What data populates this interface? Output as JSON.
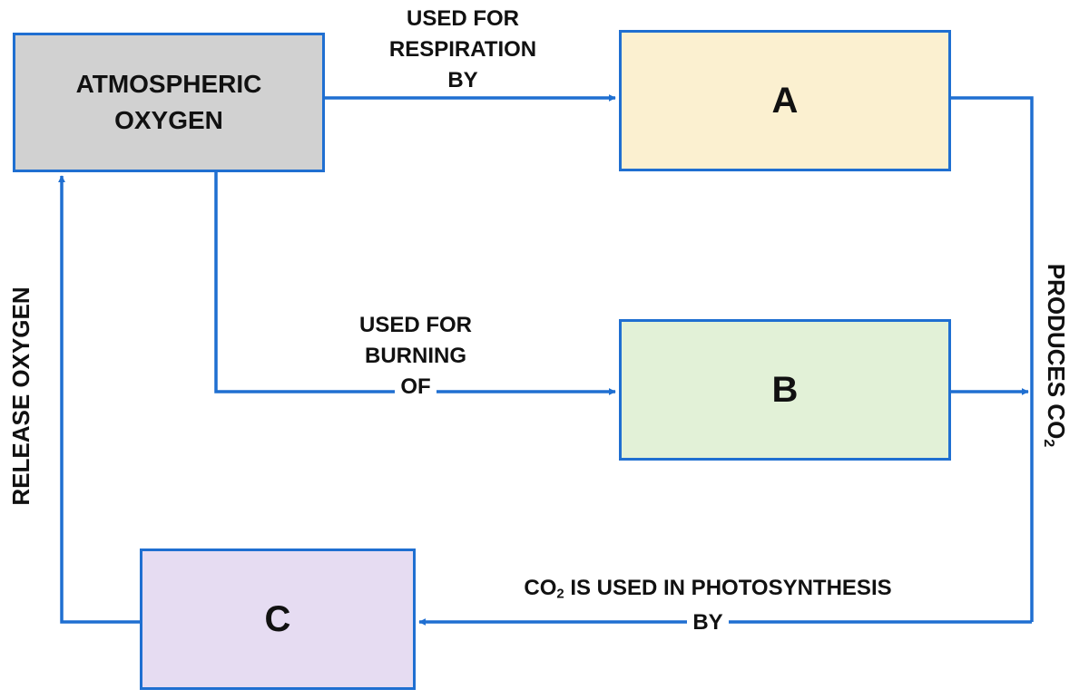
{
  "colors": {
    "line": "#1f6fd1",
    "atmosphere_fill": "#d1d1d1",
    "a_fill": "#fbf0d0",
    "b_fill": "#e2f1d7",
    "c_fill": "#e6dcf2"
  },
  "nodes": {
    "atmosphere": {
      "line1": "ATMOSPHERIC",
      "line2": "OXYGEN"
    },
    "a": {
      "label": "A"
    },
    "b": {
      "label": "B"
    },
    "c": {
      "label": "C"
    }
  },
  "edges": {
    "respiration": {
      "line1": "USED FOR",
      "line2": "RESPIRATION",
      "line3": "BY"
    },
    "burning": {
      "line1": "USED FOR",
      "line2": "BURNING",
      "line3": "OF"
    },
    "produces": {
      "text": "PRODUCES CO",
      "sub": "2"
    },
    "photosynthesis": {
      "pre": "CO",
      "sub": "2",
      "post": " IS USED IN PHOTOSYNTHESIS",
      "line2": "BY"
    },
    "release": {
      "text": "RELEASE OXYGEN"
    }
  }
}
